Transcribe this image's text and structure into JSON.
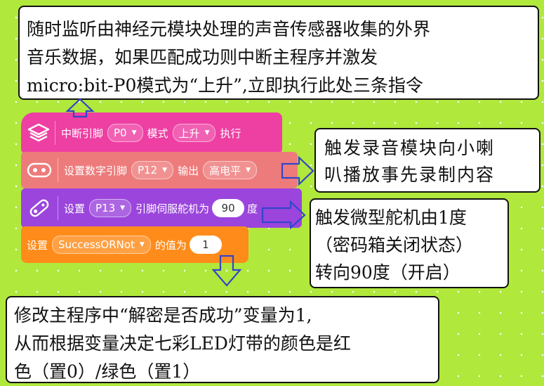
{
  "notes": {
    "top": [
      "随时监听由神经元模块处理的声音传感器收集的外界",
      "音乐数据，如果匹配成功则中断主程序并激发",
      "micro:bit-P0模式为“上升”,立即执行此处三条指令"
    ],
    "speaker": [
      "触发录音模块向小喇",
      "叭播放事先录制内容"
    ],
    "servo": [
      "触发微型舵机由1度",
      "（密码箱关闭状态）",
      "转向90度（开启）"
    ],
    "bottom": [
      "修改主程序中“解密是否成功”变量为1,",
      "从而根据变量决定七彩LED灯带的颜色是红",
      "色（置0）/绿色（置1）"
    ]
  },
  "blocks": {
    "interrupt": {
      "label": "中断引脚",
      "pin": "P0",
      "mode_label": "模式",
      "mode": "上升",
      "exec_label": "执行"
    },
    "digital": {
      "label": "设置数字引脚",
      "pin": "P12",
      "out_label": "输出",
      "level": "高电平"
    },
    "servo": {
      "label": "设置",
      "pin": "P13",
      "mid_label": "引脚伺服舵机为",
      "angle": "90",
      "unit": "度"
    },
    "variable": {
      "label": "设置",
      "var": "SuccessORNot",
      "mid_label": "的值为",
      "value": "1"
    }
  },
  "colors": {
    "interrupt": "#ee3fa3",
    "digital": "#ee7b7b",
    "servo": "#9b45dc",
    "variable": "#ff8c1a",
    "background": "#b0e83c",
    "arrow": "#3346c9"
  }
}
